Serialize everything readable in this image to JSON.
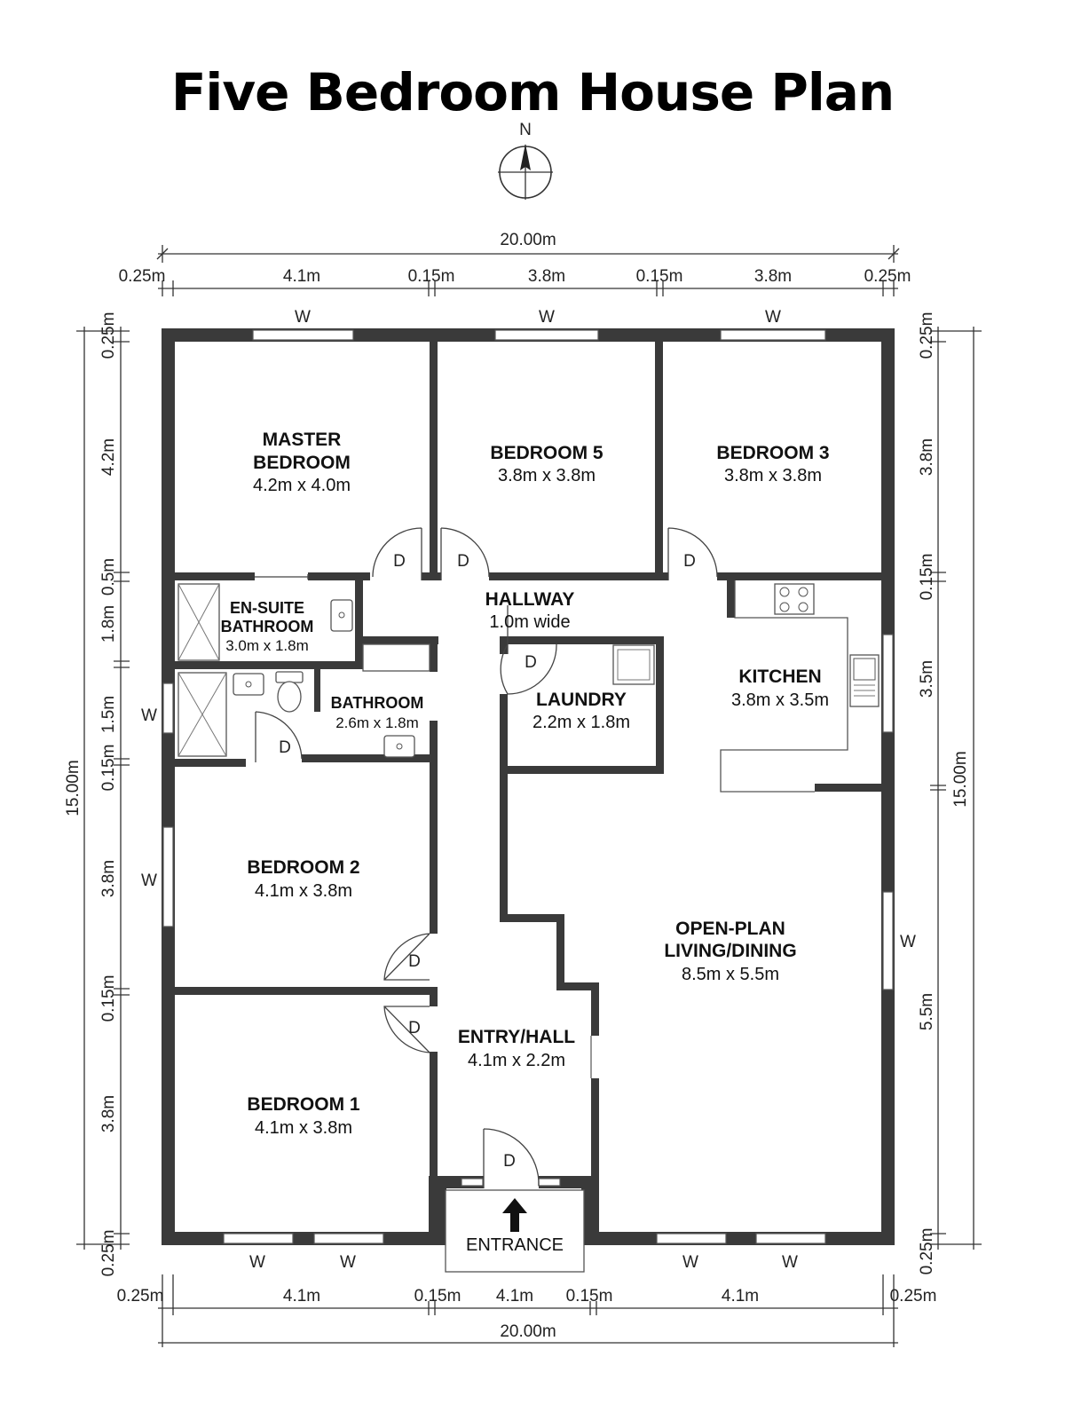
{
  "title": "Five Bedroom House Plan",
  "compass": {
    "north": "N"
  },
  "rooms": {
    "master": {
      "name_line1": "MASTER",
      "name_line2": "BEDROOM",
      "size": "4.2m x 4.0m"
    },
    "bedroom5": {
      "name": "BEDROOM 5",
      "size": "3.8m x 3.8m"
    },
    "bedroom3": {
      "name": "BEDROOM 3",
      "size": "3.8m x 3.8m"
    },
    "ensuite": {
      "name_line1": "EN-SUITE",
      "name_line2": "BATHROOM",
      "size": "3.0m x 1.8m"
    },
    "hallway": {
      "name": "HALLWAY",
      "size": "1.0m wide"
    },
    "bathroom": {
      "name": "BATHROOM",
      "size": "2.6m x 1.8m"
    },
    "laundry": {
      "name": "LAUNDRY",
      "size": "2.2m x 1.8m"
    },
    "kitchen": {
      "name": "KITCHEN",
      "size": "3.8m x 3.5m"
    },
    "bedroom2": {
      "name": "BEDROOM 2",
      "size": "4.1m x 3.8m"
    },
    "living": {
      "name_line1": "OPEN-PLAN",
      "name_line2": "LIVING/DINING",
      "size": "8.5m x 5.5m"
    },
    "entry": {
      "name": "ENTRY/HALL",
      "size": "4.1m x 2.2m"
    },
    "bedroom1": {
      "name": "BEDROOM 1",
      "size": "4.1m x 3.8m"
    },
    "entrance": {
      "name": "ENTRANCE"
    }
  },
  "symbols": {
    "door": "D",
    "window": "W"
  },
  "dimensions": {
    "top_total": "20.00m",
    "top": [
      "0.25m",
      "4.1m",
      "0.15m",
      "3.8m",
      "0.15m",
      "3.8m",
      "0.25m"
    ],
    "bottom_total": "20.00m",
    "bottom": [
      "0.25m",
      "4.1m",
      "0.15m",
      "4.1m",
      "0.15m",
      "4.1m",
      "0.25m"
    ],
    "left_total": "15.00m",
    "left": [
      "0.25m",
      "4.2m",
      "0.5m",
      "1.8m",
      "1.5m",
      "0.15m",
      "3.8m",
      "0.15m",
      "3.8m",
      "0.25m"
    ],
    "right_total": "15.00m",
    "right": [
      "0.25m",
      "3.8m",
      "0.15m",
      "3.5m",
      "5.5m",
      "0.25m"
    ]
  }
}
